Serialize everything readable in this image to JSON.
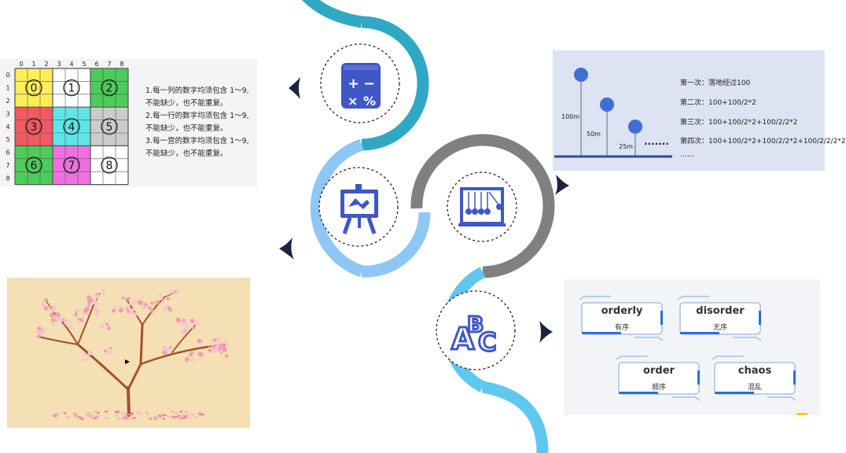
{
  "sudoku": {
    "columns": [
      "0",
      "1",
      "2",
      "3",
      "4",
      "5",
      "6",
      "7",
      "8"
    ],
    "rows": [
      "0",
      "1",
      "2",
      "3",
      "4",
      "5",
      "6",
      "7",
      "8"
    ],
    "box_labels": [
      "0",
      "1",
      "2",
      "3",
      "4",
      "5",
      "6",
      "7",
      "8"
    ],
    "box_colors": [
      "#ffee58",
      "#ffffff",
      "#4ccc5a",
      "#f05a63",
      "#5ee6e6",
      "#cccccc",
      "#4ccc5a",
      "#f070e0",
      "#ffffff"
    ],
    "rules": [
      "1.每一列的数字均须包含 1～9,",
      "不能缺少，也不能重复。",
      "2.每一行的数字均须包含 1～9,",
      "不能缺少，也不能重复。",
      "3.每一宫的数字均须包含 1～9,",
      "不能缺少，也不能重复。"
    ]
  },
  "balls": {
    "heights": [
      "100m",
      "50m",
      "25m"
    ],
    "dots": "·······",
    "formulas": [
      "第一次：落地经过100",
      "第二次：100+100/2*2",
      "第三次：100+100/2*2+100/2/2*2",
      "第四次：100+100/2*2+100/2/2*2+100/2/2/2*2",
      "……"
    ]
  },
  "words": [
    {
      "en": "orderly",
      "zh": "有序"
    },
    {
      "en": "disorder",
      "zh": "无序"
    },
    {
      "en": "order",
      "zh": "顺序"
    },
    {
      "en": "chaos",
      "zh": "混乱"
    }
  ],
  "colors": {
    "teal": "#2fa8c4",
    "light_blue": "#8ec6f4",
    "gray": "#808080",
    "sky_blue": "#5ec8f0",
    "icon_blue": "#3f57c5",
    "arrow": "#1b2340"
  },
  "icons": [
    "calculator-icon",
    "presentation-board-icon",
    "newtons-cradle-icon",
    "abc-letters-icon"
  ]
}
